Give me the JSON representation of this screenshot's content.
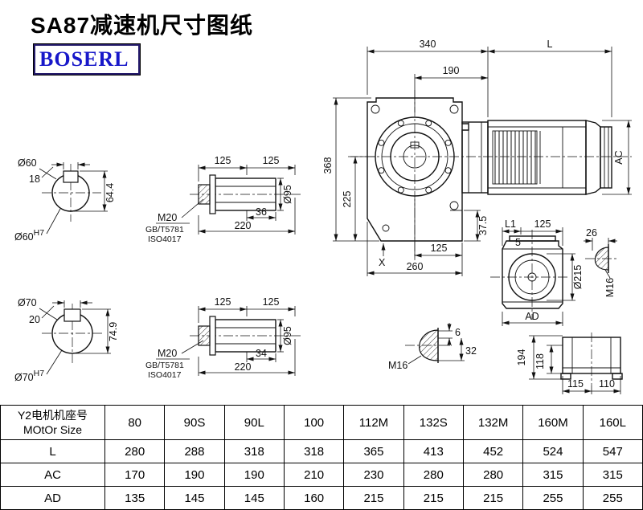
{
  "title": "SA87减速机尺寸图纸",
  "logo": "BOSERL",
  "d": {
    "dim340": "340",
    "dimL": "L",
    "dim190": "190",
    "dim368": "368",
    "dim225": "225",
    "dim375": "37.5",
    "dim125f": "125",
    "dim260": "260",
    "labelX": "X",
    "dimAC": "AC",
    "s60_dia": "Ø60",
    "s60_key": "18",
    "s60_h": "64.4",
    "s60_bore": "Ø60",
    "s60_tol": "H7",
    "s70_dia": "Ø70",
    "s70_key": "20",
    "s70_h": "74.9",
    "s70_bore": "Ø70",
    "s70_tol": "H7",
    "h1_125a": "125",
    "h1_125b": "125",
    "h1_m20": "M20",
    "h1_gb": "GB/T5781",
    "h1_iso": "ISO4017",
    "h1_36": "36",
    "h1_220": "220",
    "h1_95": "Ø95",
    "h2_125a": "125",
    "h2_125b": "125",
    "h2_m20": "M20",
    "h2_gb": "GB/T5781",
    "h2_iso": "ISO4017",
    "h2_34": "34",
    "h2_220": "220",
    "h2_95": "Ø95",
    "sv_L1": "L1",
    "sv_125": "125",
    "sv_5": "5",
    "sv_26": "26",
    "sv_m16": "M16",
    "sv_215": "Ø215",
    "sv_AD": "AD",
    "pl_6": "6",
    "pl_32": "32",
    "pl_m16": "M16",
    "bv_194": "194",
    "bv_118": "118",
    "bv_115": "115",
    "bv_110": "110"
  },
  "table": {
    "header_line1": "Y2电机机座号",
    "header_line2": "MOtOr Size",
    "columns": [
      "80",
      "90S",
      "90L",
      "100",
      "112M",
      "132S",
      "132M",
      "160M",
      "160L"
    ],
    "rows": [
      {
        "label": "L",
        "values": [
          "280",
          "288",
          "318",
          "318",
          "365",
          "413",
          "452",
          "524",
          "547"
        ]
      },
      {
        "label": "AC",
        "values": [
          "170",
          "190",
          "190",
          "210",
          "230",
          "280",
          "280",
          "315",
          "315"
        ]
      },
      {
        "label": "AD",
        "values": [
          "135",
          "145",
          "145",
          "160",
          "215",
          "215",
          "215",
          "255",
          "255"
        ]
      }
    ]
  }
}
